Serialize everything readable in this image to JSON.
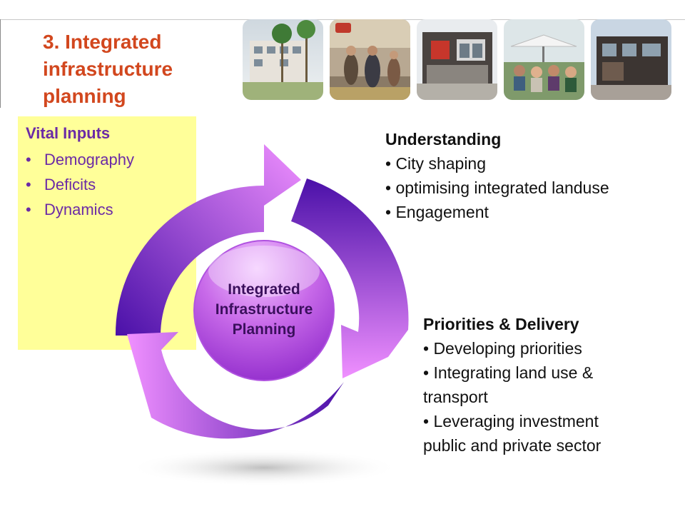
{
  "header": {
    "title": "3. Integrated\ninfrastructure\nplanning"
  },
  "photo_strip": {
    "photos": [
      {
        "id": "photo-apartments-palms",
        "subject": "apartment building with palm trees"
      },
      {
        "id": "photo-street-shoppers",
        "subject": "busy street with pedestrians"
      },
      {
        "id": "photo-modern-house",
        "subject": "modern townhouse facade"
      },
      {
        "id": "photo-outdoor-cafe",
        "subject": "people at outdoor cafe"
      },
      {
        "id": "photo-dark-townhouses",
        "subject": "contemporary dark townhouses"
      }
    ]
  },
  "vital_inputs": {
    "heading": "Vital Inputs",
    "bullet": "•",
    "items": [
      "Demography",
      "Deficits",
      "Dynamics"
    ]
  },
  "cycle": {
    "center_label": [
      "Integrated",
      "Infrastructure",
      "Planning"
    ],
    "colors": {
      "arrow_dark": "#4a10a8",
      "arrow_light": "#f090ff",
      "hub_light": "#f2c4ff",
      "hub_dark": "#9d33d6"
    }
  },
  "understanding": {
    "heading": "Understanding",
    "lines": [
      "• City shaping",
      "• optimising integrated landuse",
      "• Engagement"
    ]
  },
  "priorities": {
    "heading": "Priorities & Delivery",
    "lines": [
      "• Developing priorities",
      "• Integrating land use &",
      "transport",
      "• Leveraging investment",
      "public and private sector"
    ]
  }
}
